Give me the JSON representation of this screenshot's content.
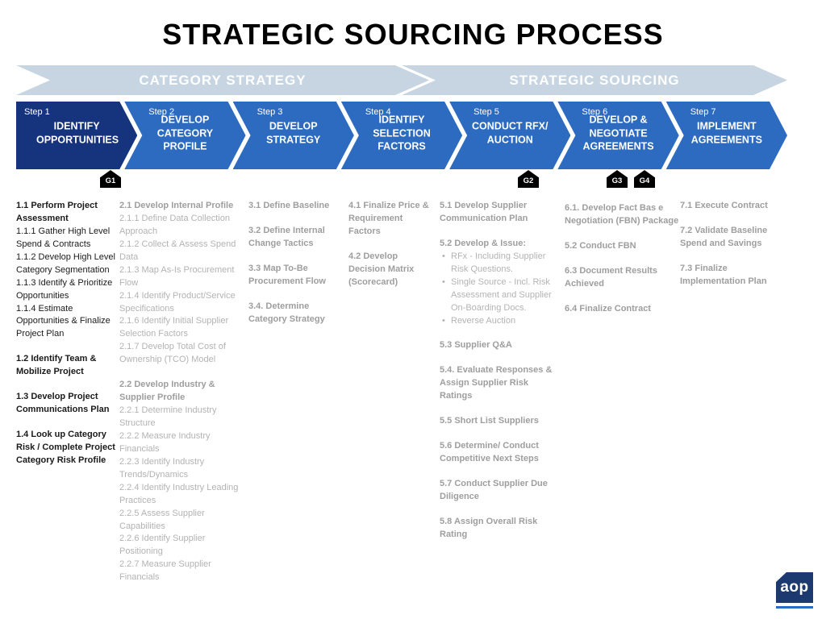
{
  "title": "STRATEGIC SOURCING PROCESS",
  "banners": [
    {
      "label": "CATEGORY STRATEGY"
    },
    {
      "label": "STRATEGIC SOURCING"
    }
  ],
  "steps": [
    {
      "label": "Step 1",
      "title": "IDENTIFY OPPORTUNITIES"
    },
    {
      "label": "Step 2",
      "title": "DEVELOP CATEGORY PROFILE"
    },
    {
      "label": "Step 3",
      "title": "DEVELOP STRATEGY"
    },
    {
      "label": "Step 4",
      "title": "IDENTIFY SELECTION FACTORS"
    },
    {
      "label": "Step 5",
      "title": "CONDUCT RFX/ AUCTION"
    },
    {
      "label": "Step 6",
      "title": "DEVELOP & NEGOTIATE AGREEMENTS"
    },
    {
      "label": "Step 7",
      "title": "IMPLEMENT AGREEMENTS"
    }
  ],
  "gates": [
    {
      "label": "G1"
    },
    {
      "label": "G2"
    },
    {
      "label": "G3"
    },
    {
      "label": "G4"
    }
  ],
  "columns": [
    {
      "step": "Step 1",
      "items": [
        {
          "text": "1.1 Perform Project Assessment",
          "bold": true
        },
        {
          "text": "1.1.1 Gather High Level Spend & Contracts"
        },
        {
          "text": "1.1.2 Develop High Level Category Segmentation"
        },
        {
          "text": "1.1.3 Identify & Prioritize Opportunities"
        },
        {
          "text": "1.1.4 Estimate Opportunities & Finalize Project Plan"
        },
        {
          "text": "1.2 Identify Team & Mobilize Project",
          "bold": true,
          "gap": true
        },
        {
          "text": "1.3 Develop Project Communications Plan",
          "bold": true,
          "gap": true
        },
        {
          "text": "1.4 Look up Category Risk / Complete Project Category Risk Profile",
          "bold": true,
          "gap": true
        }
      ]
    },
    {
      "step": "Step 2",
      "items": [
        {
          "text": "2.1 Develop Internal Profile",
          "bold": true
        },
        {
          "text": "2.1.1 Define Data Collection Approach"
        },
        {
          "text": "2.1.2 Collect & Assess Spend Data"
        },
        {
          "text": "2.1.3 Map As-Is Procurement Flow"
        },
        {
          "text": "2.1.4 Identify Product/Service Specifications"
        },
        {
          "text": "2.1.6 Identify Initial Supplier Selection Factors"
        },
        {
          "text": "2.1.7 Develop Total Cost of Ownership (TCO) Model"
        },
        {
          "text": "2.2 Develop Industry & Supplier Profile",
          "bold": true,
          "gap": true
        },
        {
          "text": "2.2.1 Determine Industry Structure"
        },
        {
          "text": "2.2.2 Measure Industry Financials"
        },
        {
          "text": "2.2.3 Identify Industry Trends/Dynamics"
        },
        {
          "text": "2.2.4 Identify Industry Leading Practices"
        },
        {
          "text": "2.2.5 Assess Supplier Capabilities"
        },
        {
          "text": "2.2.6 Identify Supplier Positioning"
        },
        {
          "text": "2.2.7 Measure Supplier Financials"
        }
      ]
    },
    {
      "step": "Step 3",
      "items": [
        {
          "text": "3.1 Define Baseline",
          "bold": true
        },
        {
          "text": "3.2 Define Internal Change Tactics",
          "bold": true,
          "gap": true
        },
        {
          "text": "3.3 Map To-Be Procurement Flow",
          "bold": true,
          "gap": true
        },
        {
          "text": "3.4. Determine Category Strategy",
          "bold": true,
          "gap": true
        }
      ]
    },
    {
      "step": "Step 4",
      "items": [
        {
          "text": "4.1 Finalize Price & Requirement Factors",
          "bold": true
        },
        {
          "text": "4.2 Develop Decision Matrix (Scorecard)",
          "bold": true,
          "gap": true
        }
      ]
    },
    {
      "step": "Step 5",
      "items": [
        {
          "text": "5.1 Develop Supplier Communication Plan",
          "bold": true
        },
        {
          "text": "5.2 Develop & Issue:",
          "bold": true,
          "gap": true
        },
        {
          "text": "RFx - Including Supplier Risk Questions.",
          "bullet": true
        },
        {
          "text": "Single Source - Incl. Risk Assessment and Supplier On-Boarding Docs.",
          "bullet": true
        },
        {
          "text": "Reverse Auction",
          "bullet": true
        },
        {
          "text": "5.3 Supplier Q&A",
          "bold": true,
          "gap": true
        },
        {
          "text": "5.4. Evaluate Responses & Assign Supplier Risk Ratings",
          "bold": true,
          "gap": true
        },
        {
          "text": "5.5 Short List Suppliers",
          "bold": true,
          "gap": true
        },
        {
          "text": "5.6 Determine/ Conduct Competitive Next Steps",
          "bold": true,
          "gap": true
        },
        {
          "text": "5.7 Conduct Supplier Due Diligence",
          "bold": true,
          "gap": true
        },
        {
          "text": "5.8 Assign Overall Risk Rating",
          "bold": true,
          "gap": true
        }
      ]
    },
    {
      "step": "Step 6",
      "items": [
        {
          "text": "6.1. Develop Fact Bas e Negotiation (FBN) Package",
          "bold": true
        },
        {
          "text": "5.2 Conduct FBN",
          "bold": true,
          "gap": true
        },
        {
          "text": "6.3 Document Results Achieved",
          "bold": true,
          "gap": true
        },
        {
          "text": "6.4 Finalize Contract",
          "bold": true,
          "gap": true
        }
      ]
    },
    {
      "step": "Step 7",
      "items": [
        {
          "text": "7.1 Execute Contract",
          "bold": true
        },
        {
          "text": "7.2 Validate Baseline Spend and Savings",
          "bold": true,
          "gap": true
        },
        {
          "text": "7.3 Finalize Implementation Plan",
          "bold": true,
          "gap": true
        }
      ]
    }
  ],
  "logo": {
    "text": "aop"
  },
  "colors": {
    "step1-blue": "#16337d",
    "step-blue": "#2d6bc1",
    "banner-blue": "#c7d5e2",
    "gate-black": "#000000",
    "text-black": "#1a1a1a",
    "text-gray": "#b3b3b3",
    "text-gray-bold": "#9e9e9e",
    "logo-navy": "#1d3a70",
    "logo-line-blue": "#2d6bc1"
  }
}
